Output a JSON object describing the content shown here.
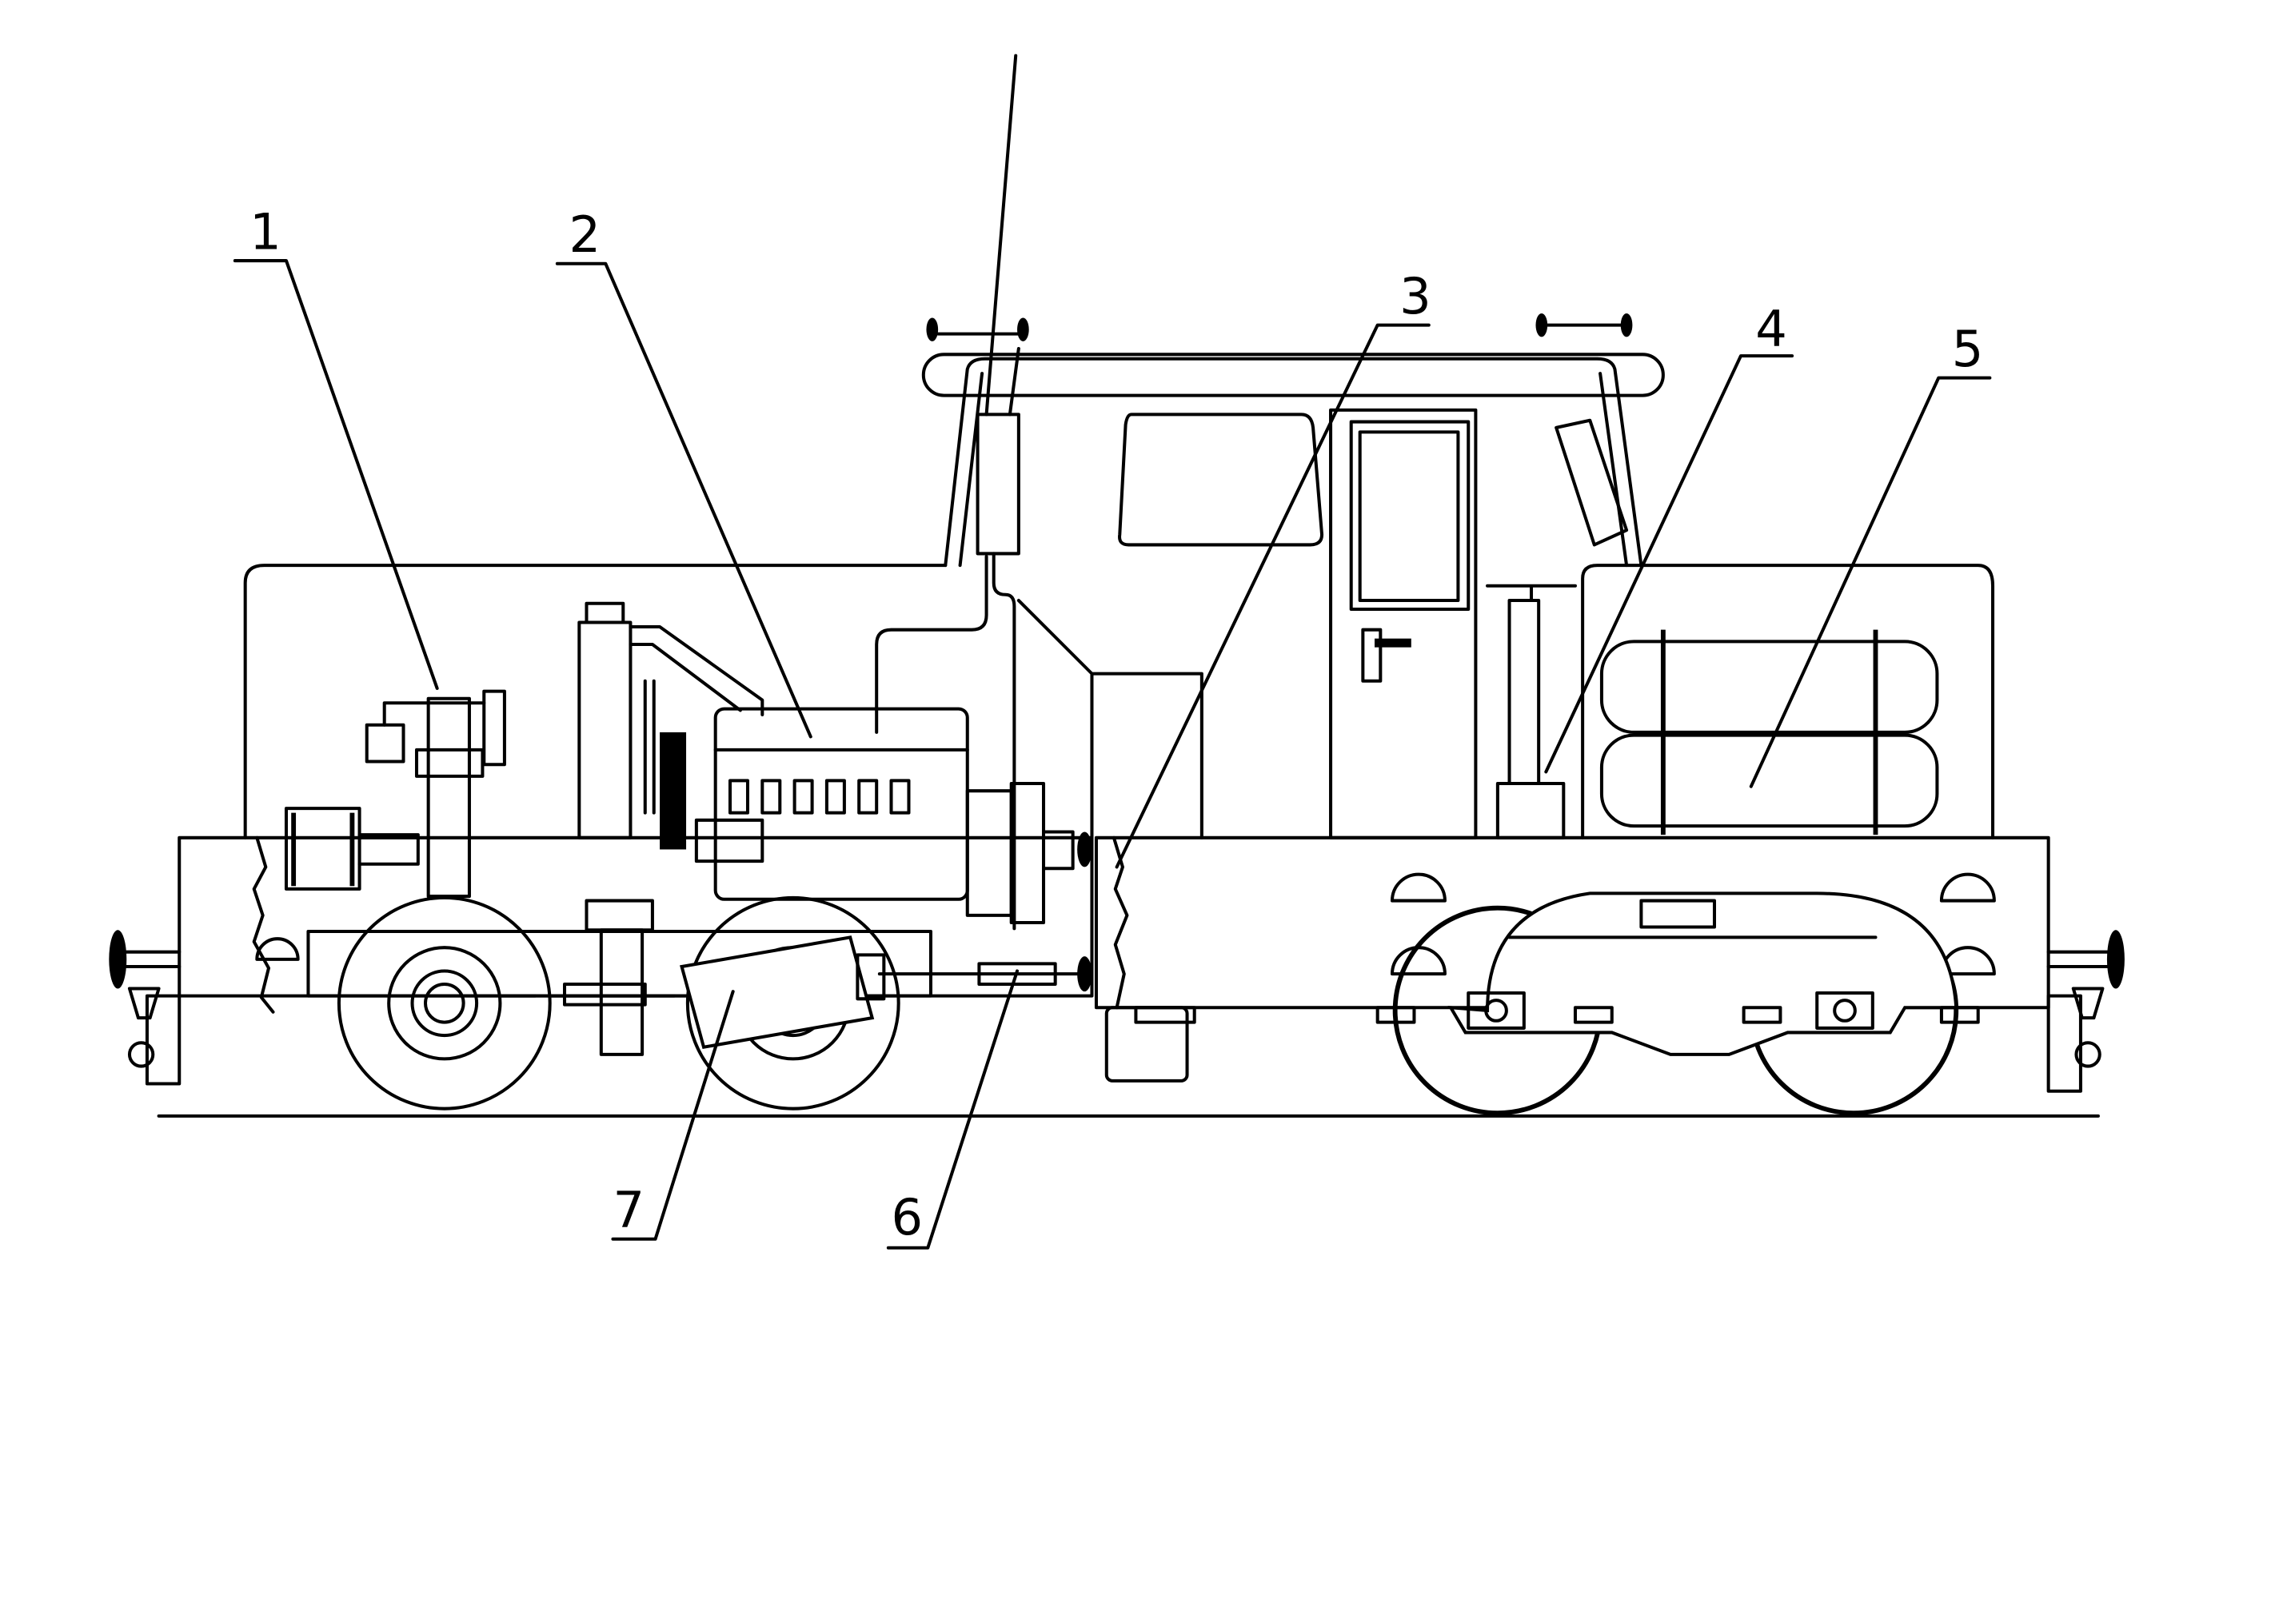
{
  "diagram": {
    "type": "locomotive side elevation line drawing",
    "callouts": [
      {
        "label": "1"
      },
      {
        "label": "2"
      },
      {
        "label": "3"
      },
      {
        "label": "4"
      },
      {
        "label": "5"
      },
      {
        "label": "6"
      },
      {
        "label": "7"
      }
    ]
  },
  "colors": {
    "line": "#000000",
    "background": "#ffffff"
  }
}
